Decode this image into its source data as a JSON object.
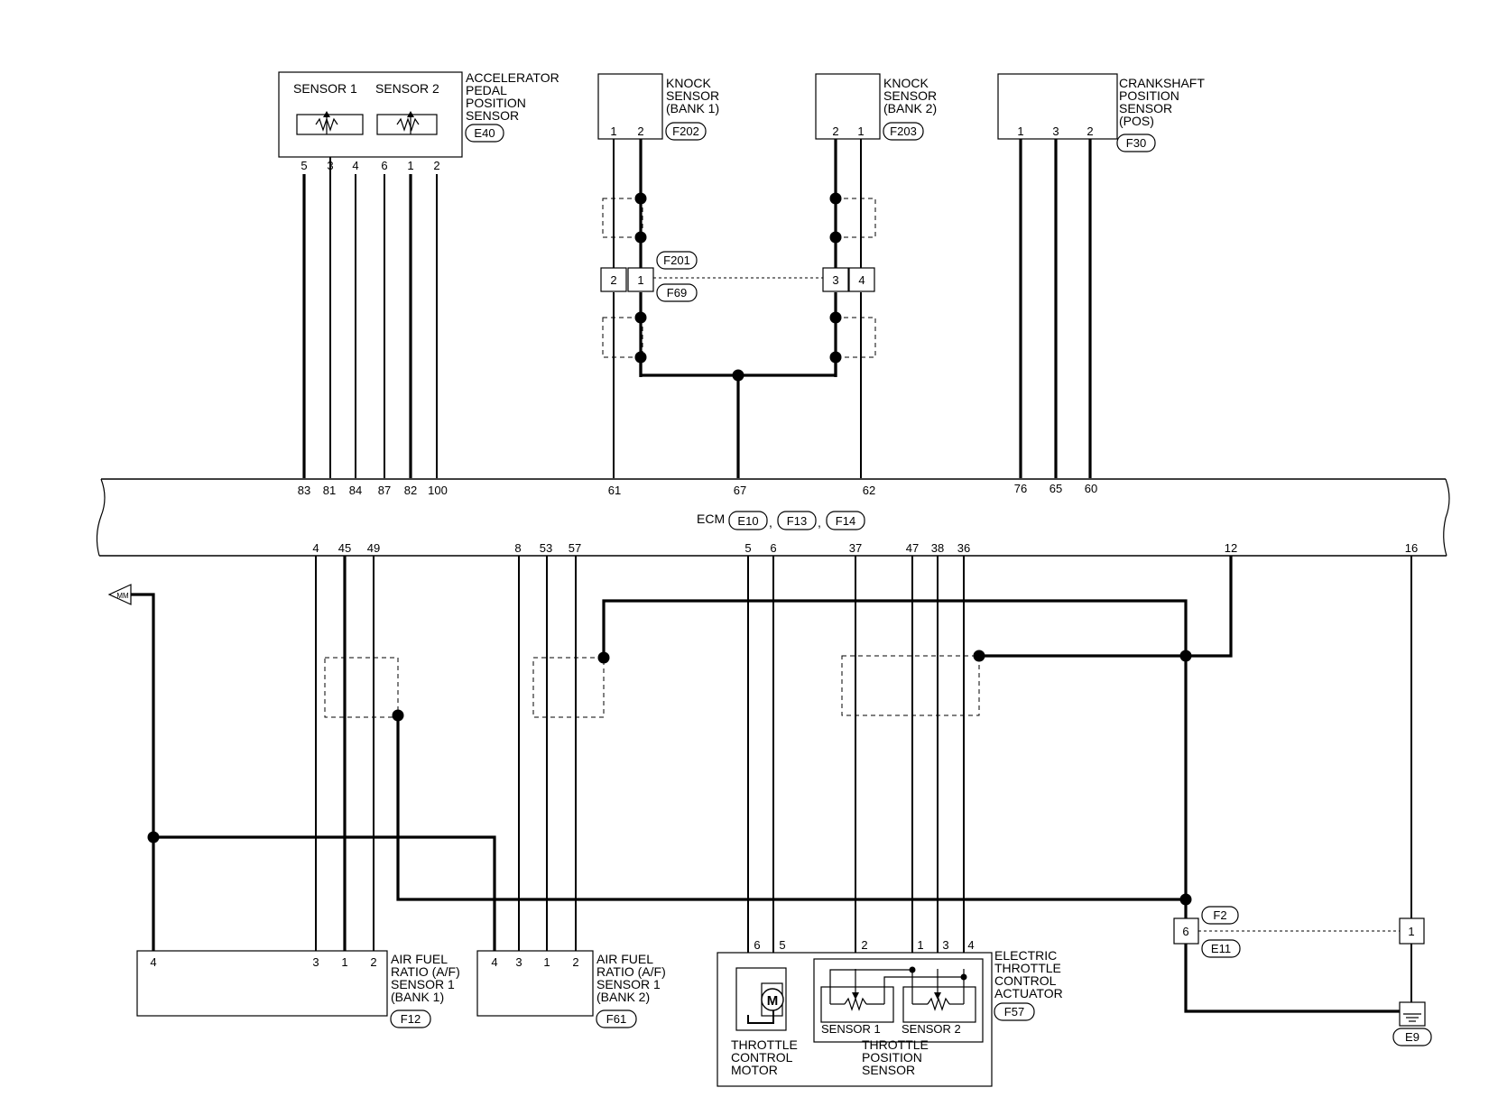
{
  "components": {
    "apps": {
      "title": [
        "ACCELERATOR",
        "PEDAL",
        "POSITION",
        "SENSOR"
      ],
      "connector": "E40",
      "sensor1_label": "SENSOR 1",
      "sensor2_label": "SENSOR 2",
      "pins": [
        "5",
        "3",
        "4",
        "6",
        "1",
        "2"
      ]
    },
    "knock_bank1": {
      "title": [
        "KNOCK",
        "SENSOR",
        "(BANK 1)"
      ],
      "connector": "F202",
      "pins": [
        "1",
        "2"
      ]
    },
    "knock_bank2": {
      "title": [
        "KNOCK",
        "SENSOR",
        "(BANK 2)"
      ],
      "connector": "F203",
      "pins": [
        "2",
        "1"
      ]
    },
    "ckp": {
      "title": [
        "CRANKSHAFT",
        "POSITION",
        "SENSOR",
        "(POS)"
      ],
      "connector": "F30",
      "pins": [
        "1",
        "3",
        "2"
      ]
    },
    "joint": {
      "connector_a": "F201",
      "connector_b": "F69",
      "left_pins": [
        "2",
        "1"
      ],
      "right_pins": [
        "3",
        "4"
      ]
    },
    "ecm": {
      "label": "ECM",
      "connectors": [
        "E10",
        "F13",
        "F14"
      ],
      "separators": [
        ",",
        ","
      ],
      "top_pins": [
        "83",
        "81",
        "84",
        "87",
        "82",
        "100",
        "61",
        "67",
        "62",
        "76",
        "65",
        "60"
      ],
      "bottom_pins": [
        "4",
        "45",
        "49",
        "8",
        "53",
        "57",
        "5",
        "6",
        "37",
        "47",
        "38",
        "36",
        "12",
        "16"
      ]
    },
    "af_bank1": {
      "title": [
        "AIR FUEL",
        "RATIO (A/F)",
        "SENSOR 1",
        "(BANK 1)"
      ],
      "connector": "F12",
      "pins": [
        "4",
        "3",
        "1",
        "2"
      ]
    },
    "af_bank2": {
      "title": [
        "AIR FUEL",
        "RATIO (A/F)",
        "SENSOR 1",
        "(BANK 2)"
      ],
      "connector": "F61",
      "pins": [
        "4",
        "3",
        "1",
        "2"
      ]
    },
    "etc": {
      "title": [
        "ELECTRIC",
        "THROTTLE",
        "CONTROL",
        "ACTUATOR"
      ],
      "connector": "F57",
      "motor_symbol": "M",
      "motor_label": [
        "THROTTLE",
        "CONTROL",
        "MOTOR"
      ],
      "tps_label": [
        "THROTTLE",
        "POSITION",
        "SENSOR"
      ],
      "sensor1_label": "SENSOR 1",
      "sensor2_label": "SENSOR 2",
      "pins": [
        "6",
        "5",
        "2",
        "1",
        "3",
        "4"
      ]
    },
    "ground_joint": {
      "connector_a": "F2",
      "connector_b": "E11",
      "pin_left": "6",
      "pin_right": "1"
    },
    "ground": {
      "connector": "E9"
    },
    "arrow_tag": "MM"
  }
}
